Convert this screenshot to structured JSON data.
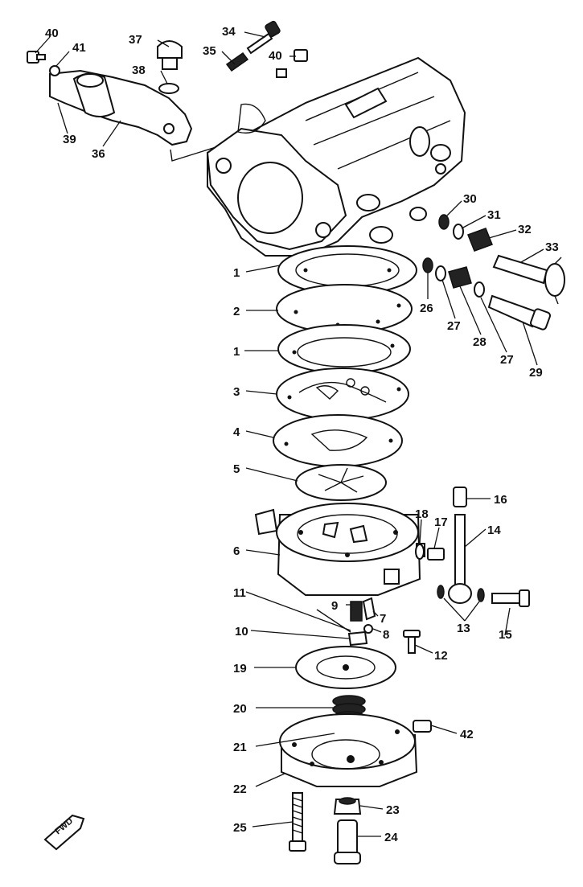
{
  "diagram": {
    "fwd_label": "FWD",
    "callouts": {
      "p40a": "40",
      "p41": "41",
      "p39": "39",
      "p36": "36",
      "p37": "37",
      "p38": "38",
      "p34": "34",
      "p35": "35",
      "p40b": "40",
      "p30": "30",
      "p31": "31",
      "p32": "32",
      "p33": "33",
      "p26": "26",
      "p27a": "27",
      "p28": "28",
      "p27b": "27",
      "p29": "29",
      "p1a": "1",
      "p2": "2",
      "p1b": "1",
      "p3": "3",
      "p4": "4",
      "p5": "5",
      "p6": "6",
      "p16": "16",
      "p18": "18",
      "p17": "17",
      "p14": "14",
      "p11": "11",
      "p9": "9",
      "p7": "7",
      "p8": "8",
      "p10": "10",
      "p12": "12",
      "p13": "13",
      "p15": "15",
      "p19": "19",
      "p20": "20",
      "p21": "21",
      "p42": "42",
      "p22": "22",
      "p23": "23",
      "p25": "25",
      "p24": "24"
    }
  }
}
